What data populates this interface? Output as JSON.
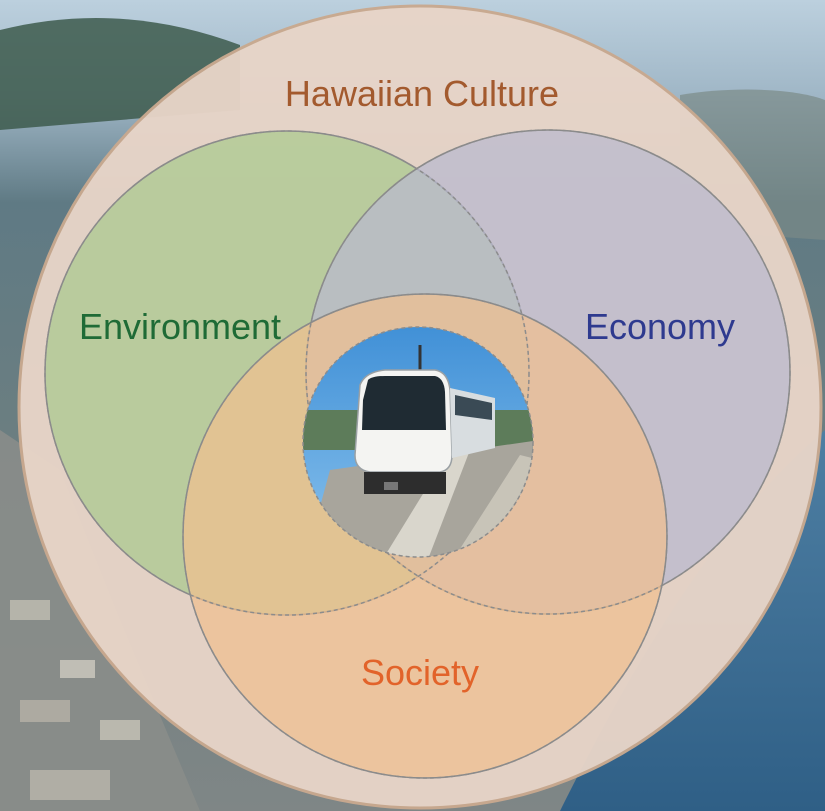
{
  "diagram": {
    "outer_label": "Hawaiian Culture",
    "circles": [
      {
        "key": "environment",
        "label": "Environment",
        "label_color": "#1f6b36",
        "fill": "#a9c98e"
      },
      {
        "key": "economy",
        "label": "Economy",
        "label_color": "#2e3a8f",
        "fill": "#b9b8cf"
      },
      {
        "key": "society",
        "label": "Society",
        "label_color": "#e2632a",
        "fill": "#f0bf8f"
      }
    ],
    "outer_fill": "#e8d5c8",
    "outer_label_color": "#a35a2e",
    "center_image": "train-photo"
  },
  "background_image": "aerial-city-coast-photo"
}
